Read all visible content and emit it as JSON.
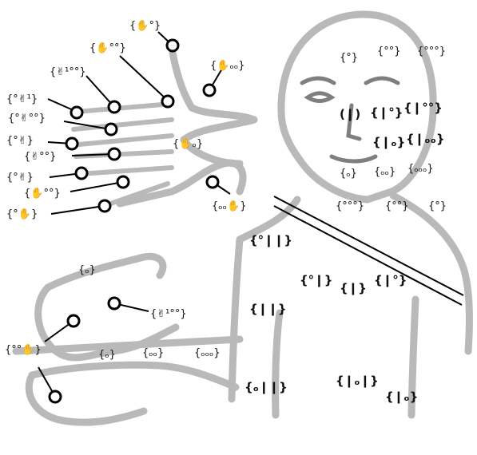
{
  "notation_labels": {
    "head_top_left": "{°}",
    "head_top_mid": "{°°}",
    "head_top_right": "{°°°}",
    "cheek_left": "(❙)",
    "cheek_mid": "{❙°}",
    "cheek_right": "{❙°°}",
    "nose_mid": "{❙ₒ}",
    "nose_right": "{❙ₒₒ}",
    "chin_left": "{ₒ}",
    "chin_mid": "{ₒₒ}",
    "chin_right": "{ₒₒₒ}",
    "neck_left": "{°°°}",
    "neck_mid": "{°°}",
    "neck_right": "{°}",
    "chest_left": "{°❙❙}",
    "chest_mid_left": "{°❙}",
    "chest_mid": "{❙}",
    "chest_mid_right": "{❙°}",
    "torso_left": "{❙❙}",
    "waist_left": "{ₒ❙❙}",
    "waist_mid": "{❙ₒ❙}",
    "waist_right": "{❙ₒ}",
    "arm_top": "{ₒ}",
    "arm_a": "{ₒ}",
    "arm_b": "{ₒₒ}",
    "arm_c": "{ₒₒₒ}",
    "palm_center": "{✋ₒ}",
    "hand_top": "{✋°}",
    "hand_second": "{✋°°}",
    "hand_right": "{✋ₒₒ}",
    "finger_1": "{✌¹°°}",
    "finger_2": "{°✌¹}",
    "finger_3": "{°✌°°}",
    "finger_4": "{°✌}",
    "finger_5": "{✌°°}",
    "finger_6": "{°✌}",
    "finger_7": "{✋°°}",
    "finger_8": "{°✋}",
    "thumb": "{ₒₒ✋}",
    "lower_hand_a": "{✌¹°°}",
    "lower_hand_b": "{°°✋}"
  },
  "colors": {
    "figure_stroke": "#b9b9b9",
    "face_stroke": "#7f7f7f",
    "leader": "#000000",
    "marker_fill": "#ffffff"
  }
}
